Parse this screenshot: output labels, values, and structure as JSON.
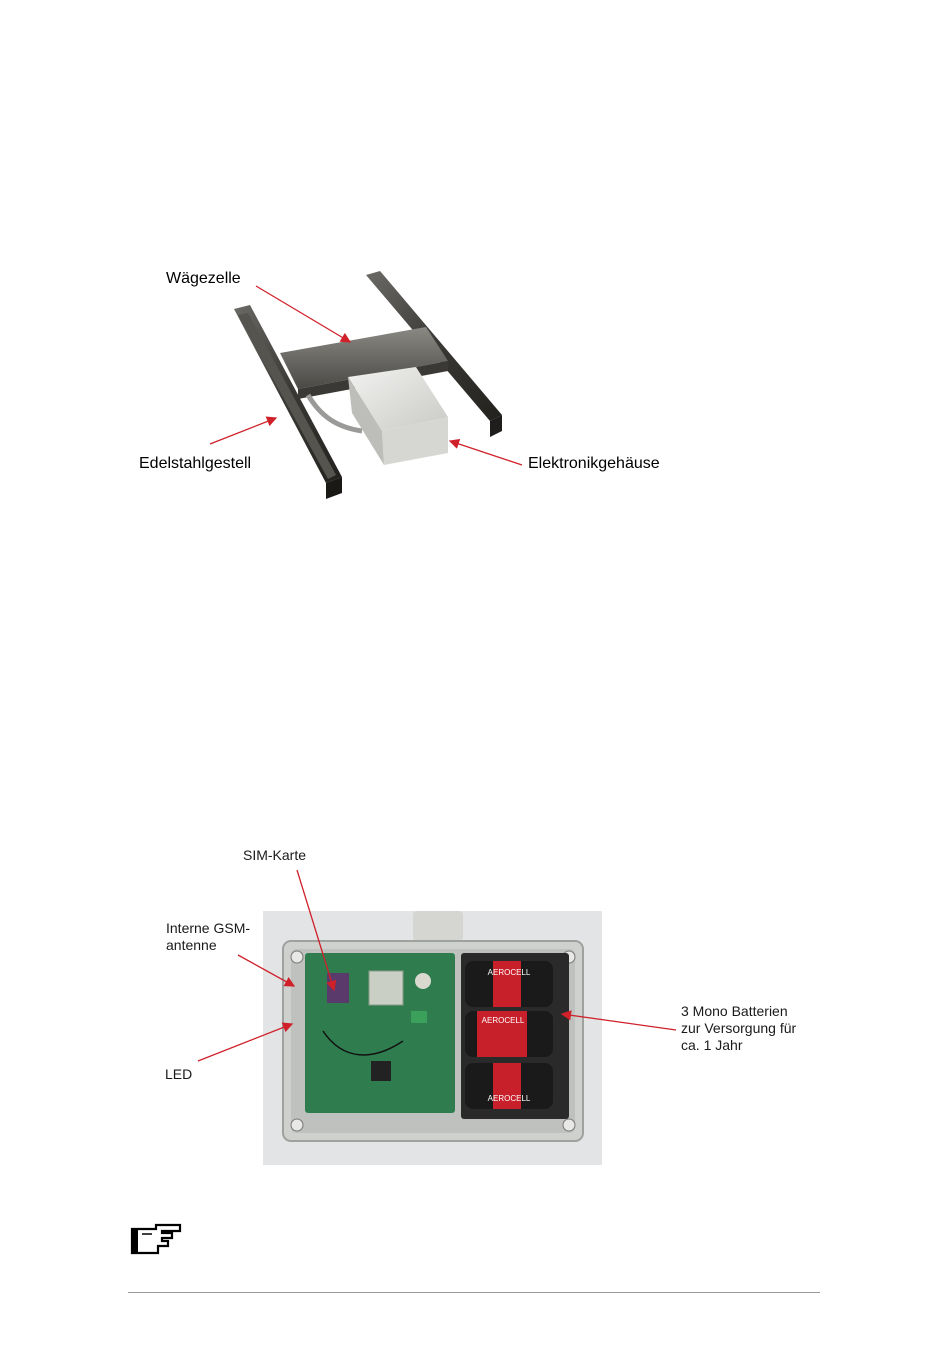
{
  "figure1": {
    "labels": {
      "load_cell": "Wägezelle",
      "steel_frame": "Edelstahlgestell",
      "electronics_housing": "Elektronikgehäuse"
    }
  },
  "figure2": {
    "labels": {
      "sim_card": "SIM-Karte",
      "gsm_antenna_line1": "Interne GSM-",
      "gsm_antenna_line2": "antenne",
      "led": "LED",
      "batteries_line1": "3 Mono  Batterien",
      "batteries_line2": "zur Versorgung für",
      "batteries_line3": "ca. 1 Jahr"
    },
    "battery_brand": "AEROCELL"
  },
  "colors": {
    "arrow": "#d0202a",
    "pcb": "#2f7d4f",
    "battery": "#1a1a1a",
    "battery_band": "#c8202a"
  },
  "note_icon": "pointing-hand-icon"
}
